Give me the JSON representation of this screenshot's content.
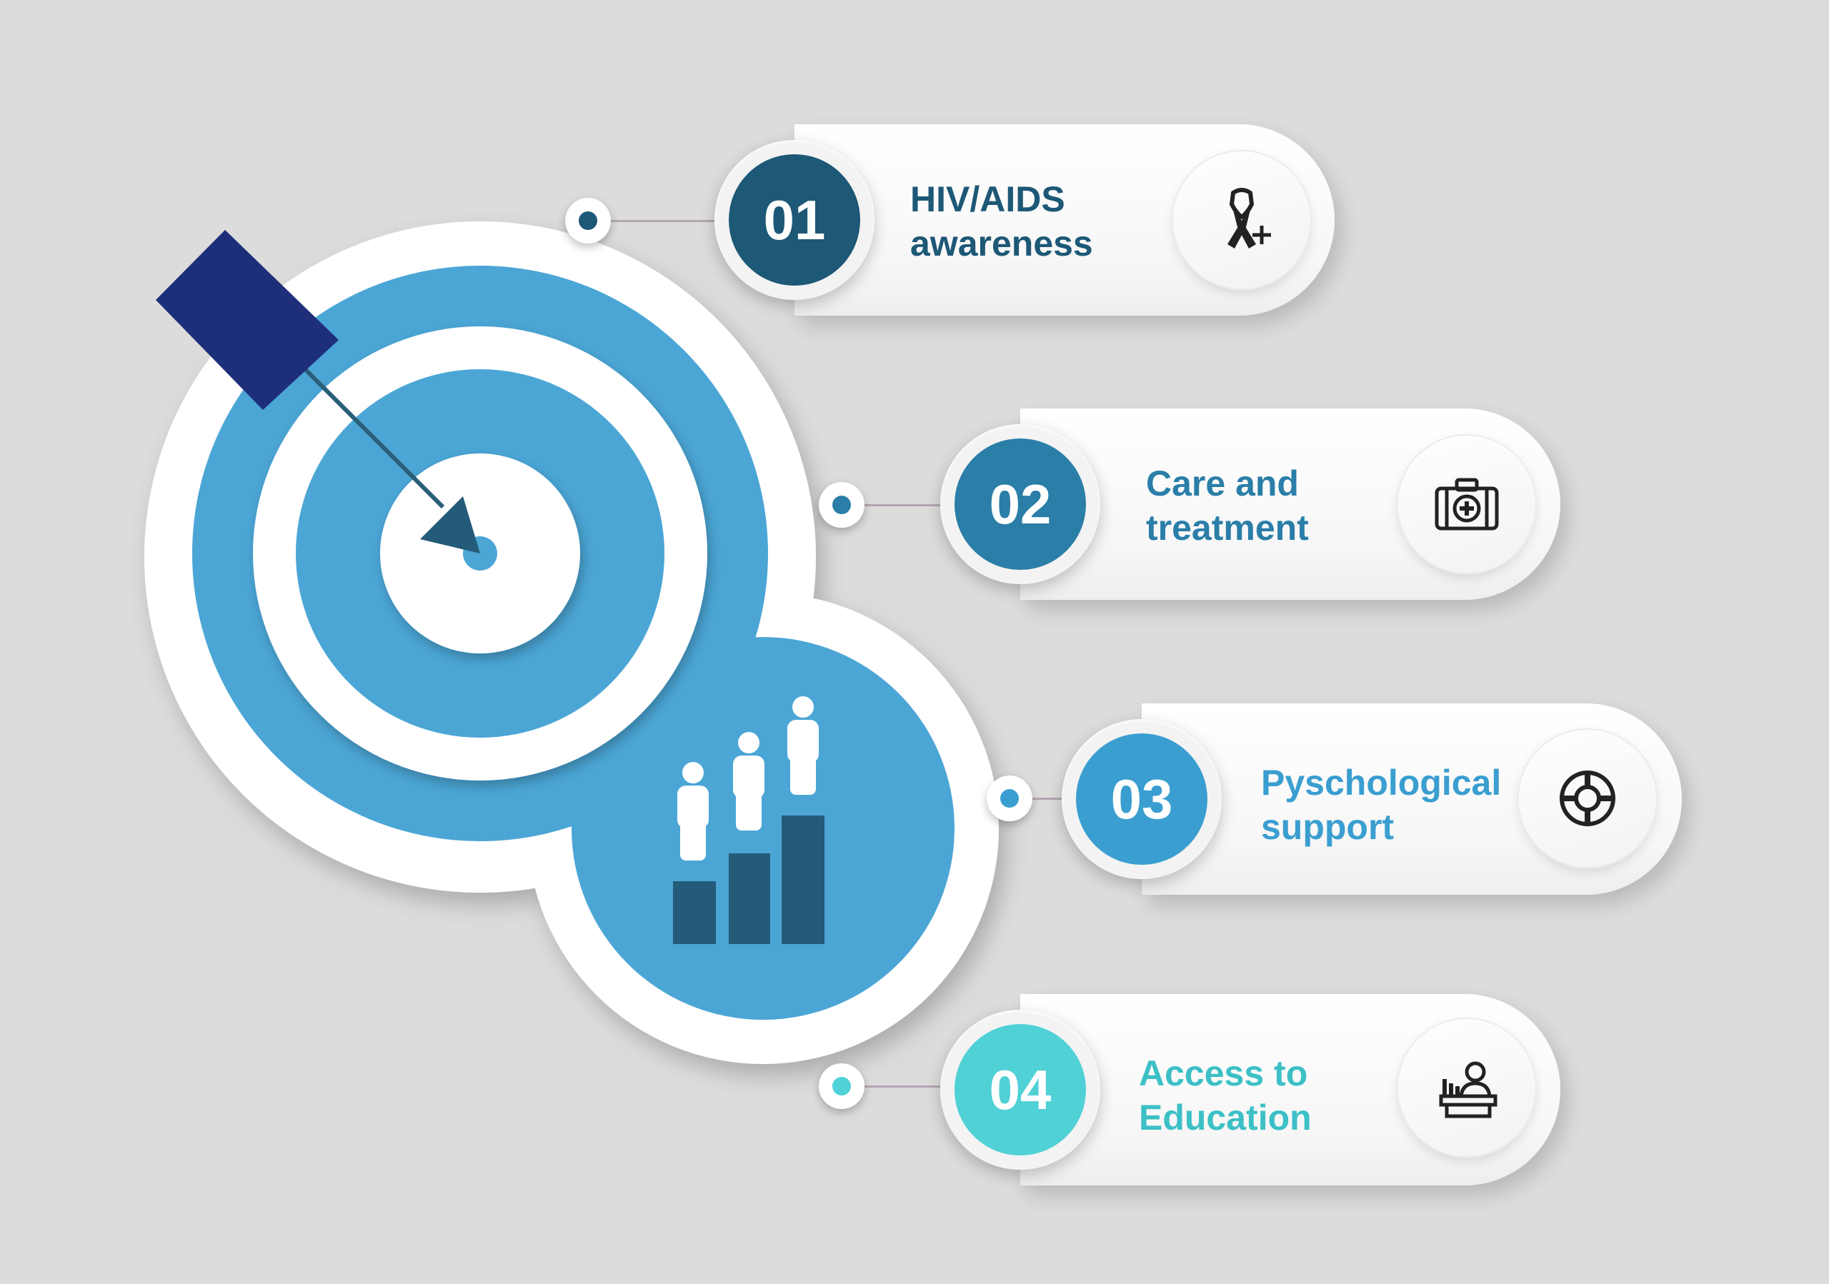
{
  "colors": {
    "background": "#dcdcdc",
    "target_blue": "#4ba6d6",
    "arrow_navy": "#1e2f7a",
    "bars_dark": "#245b78"
  },
  "steps": [
    {
      "number": "01",
      "label_line1": "HIV/AIDS",
      "label_line2": "awareness",
      "icon": "awareness-ribbon-icon",
      "number_color": "#1d5876",
      "text_color": "#1d5876"
    },
    {
      "number": "02",
      "label_line1": "Care and",
      "label_line2": "treatment",
      "icon": "first-aid-kit-icon",
      "number_color": "#2a7ea8",
      "text_color": "#2a7ea8"
    },
    {
      "number": "03",
      "label_line1": "Pyschological",
      "label_line2": "support",
      "icon": "lifebuoy-icon",
      "number_color": "#3a9ed0",
      "text_color": "#3a9ed0"
    },
    {
      "number": "04",
      "label_line1": "Access to",
      "label_line2": "Education",
      "icon": "teacher-desk-icon",
      "number_color": "#4fd1d6",
      "text_color": "#3cc0c6"
    }
  ]
}
